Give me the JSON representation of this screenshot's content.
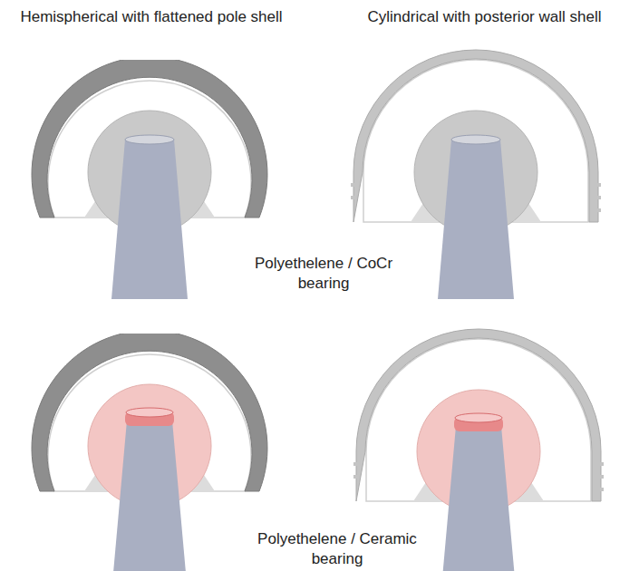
{
  "diagram": {
    "labels": [
      "Hemispherical with flattened pole shell",
      "Cylindrical with posterior wall shell",
      "Polyethelene / CoCr bearing",
      "Polyethelene / Ceramic bearing"
    ]
  }
}
